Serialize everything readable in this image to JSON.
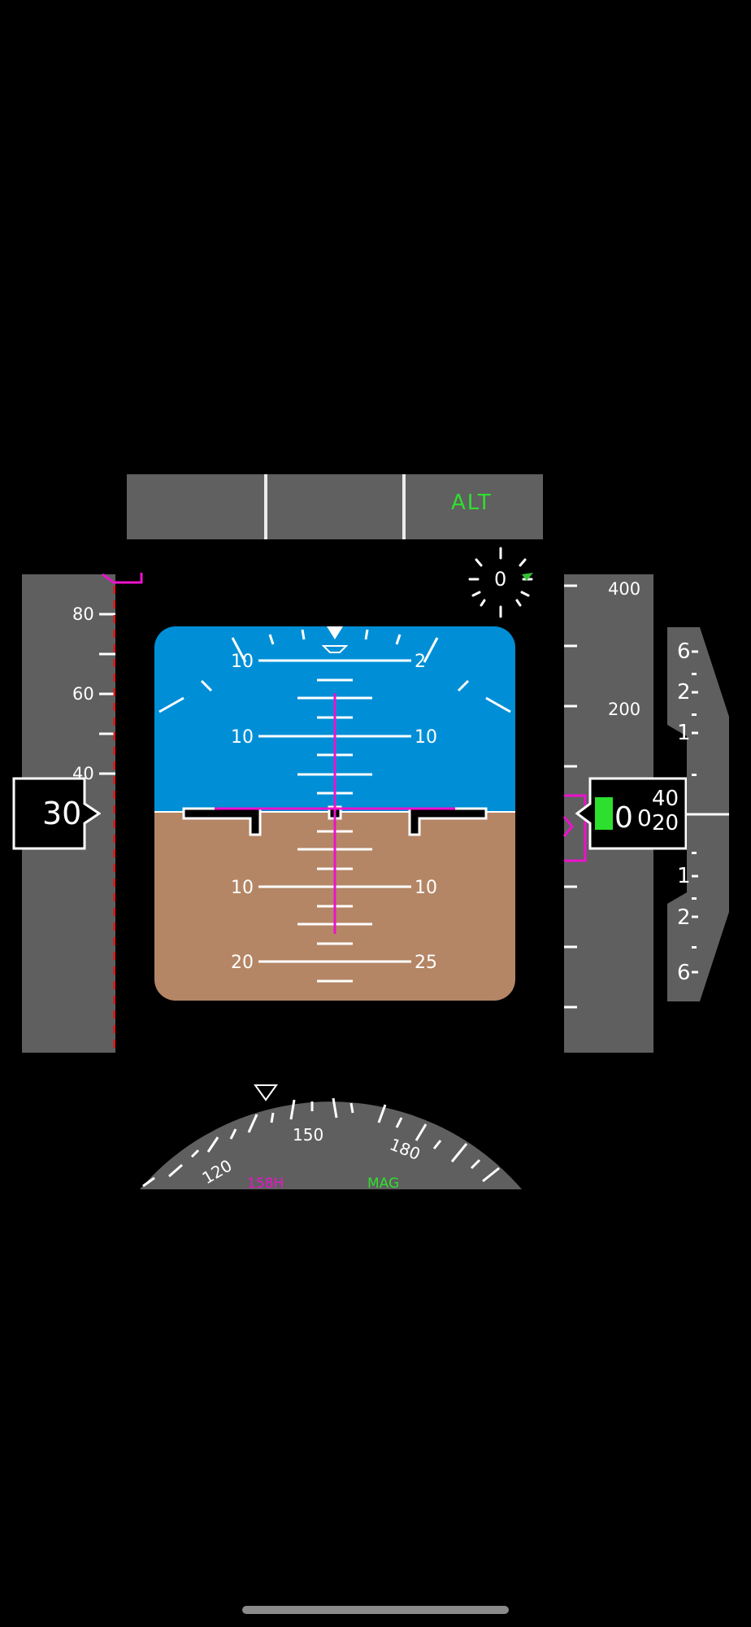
{
  "fma": {
    "mode_alt": "ALT"
  },
  "speed_tape": {
    "labels": [
      "80",
      "60",
      "40"
    ],
    "current_speed": "30"
  },
  "altitude_tape": {
    "labels": [
      "400",
      "200"
    ],
    "current_altitude": "0",
    "current_altitude_small": "0",
    "rolling_digits": [
      "40",
      "20"
    ]
  },
  "vsi": {
    "labels": [
      "6",
      "2",
      "1",
      "1",
      "2",
      "6"
    ]
  },
  "slip_indicator": {
    "value": "0"
  },
  "attitude": {
    "pitch_labels": [
      "10",
      "10",
      "10",
      "10"
    ],
    "partial_labels": [
      "10",
      "2",
      "20",
      "25"
    ]
  },
  "heading": {
    "labels": [
      "120",
      "150",
      "180"
    ],
    "selected_heading": "158H",
    "reference": "MAG"
  },
  "colors": {
    "sky": "#008fd6",
    "ground": "#b48666",
    "tape": "#5f5f5f",
    "magenta": "#ee11cc",
    "green": "#2ee02e",
    "red": "#e01515"
  }
}
